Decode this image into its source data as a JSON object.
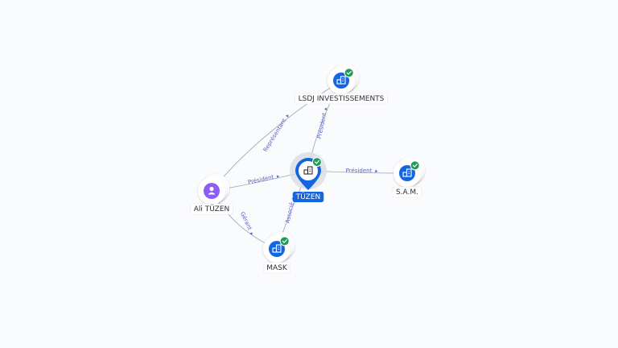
{
  "graph": {
    "colors": {
      "company": "#1565e0",
      "person": "#8b5cf6",
      "verified": "#1f9d55",
      "edge_label": "#5a63c9"
    },
    "nodes": [
      {
        "id": "ali",
        "label": "Ali TÜZEN",
        "kind": "person",
        "icon": "person-icon",
        "verified": false
      },
      {
        "id": "tuzen",
        "label": "TÜZEN",
        "kind": "company",
        "icon": "company-icon",
        "verified": true,
        "main": true
      },
      {
        "id": "lsdj",
        "label": "LSDJ INVESTISSEMENTS",
        "kind": "company",
        "icon": "company-icon",
        "verified": true
      },
      {
        "id": "mask",
        "label": "MASK",
        "kind": "company",
        "icon": "company-icon",
        "verified": true
      },
      {
        "id": "sam",
        "label": "S.A.M.",
        "kind": "company",
        "icon": "company-icon",
        "verified": true
      }
    ],
    "edges": [
      {
        "from": "ali",
        "to": "lsdj",
        "label": "Représentant"
      },
      {
        "from": "ali",
        "to": "tuzen",
        "label": "Président"
      },
      {
        "from": "ali",
        "to": "mask",
        "label": "Gérant"
      },
      {
        "from": "tuzen",
        "to": "lsdj",
        "label": "Président"
      },
      {
        "from": "tuzen",
        "to": "mask",
        "label": "Associé"
      },
      {
        "from": "tuzen",
        "to": "sam",
        "label": "Président"
      }
    ]
  }
}
